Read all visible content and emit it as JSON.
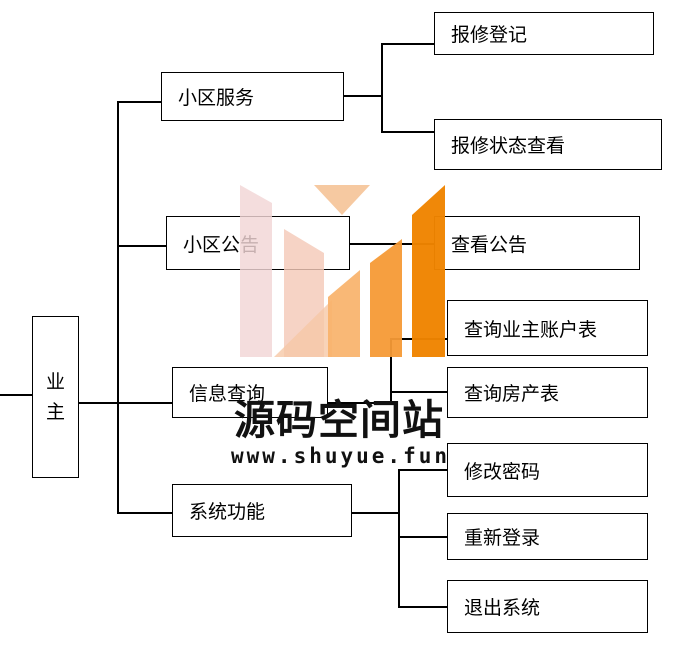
{
  "root": {
    "label_chars": [
      "业",
      "主"
    ]
  },
  "branches": [
    {
      "label": "小区服务",
      "children": [
        "报修登记",
        "报修状态查看"
      ]
    },
    {
      "label": "小区公告",
      "children": [
        "查看公告"
      ]
    },
    {
      "label": "信息查询",
      "children": [
        "查询业主账户表",
        "查询房产表"
      ]
    },
    {
      "label": "系统功能",
      "children": [
        "修改密码",
        "重新登录",
        "退出系统"
      ]
    }
  ],
  "watermark": {
    "title": "源码空间站",
    "url": "www.shuyue.fun"
  }
}
